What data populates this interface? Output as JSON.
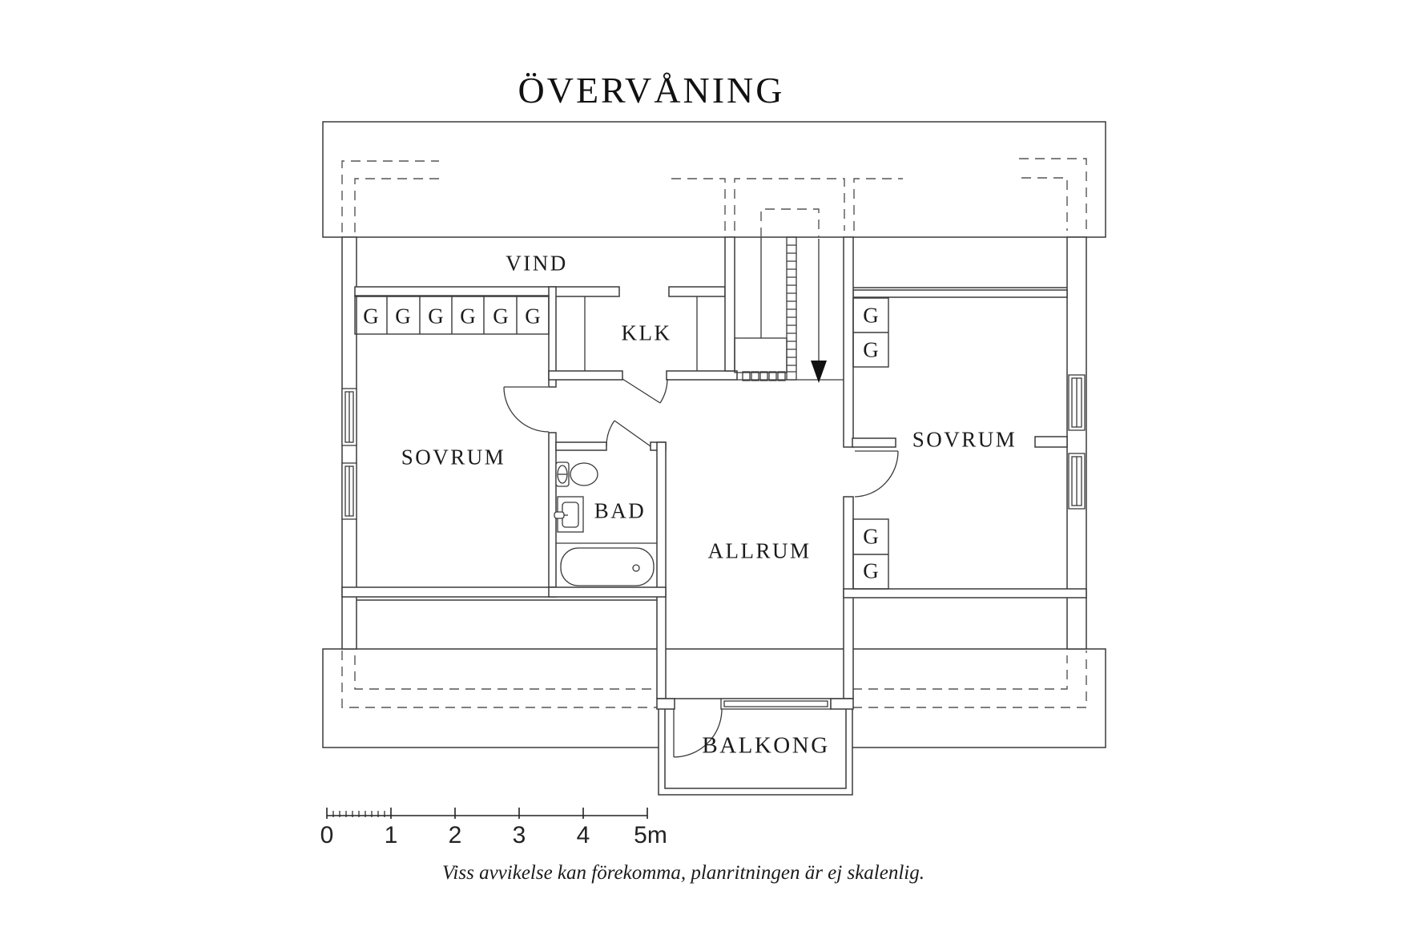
{
  "title": "ÖVERVÅNING",
  "rooms": {
    "vind": "VIND",
    "klk": "KLK",
    "sovrum_left": "SOVRUM",
    "bad": "BAD",
    "allrum": "ALLRUM",
    "sovrum_right": "SOVRUM",
    "balkong": "BALKONG"
  },
  "wardrobe": {
    "label": "G"
  },
  "scale_bar": {
    "labels": [
      "0",
      "1",
      "2",
      "3",
      "4",
      "5m"
    ]
  },
  "footer": {
    "disclaimer": "Viss avvikelse kan förekomma, planritningen är ej skalenlig."
  },
  "colors": {
    "line": "#3a3a3a",
    "dashed": "#555555",
    "text": "#1b1b1b",
    "background": "#ffffff"
  }
}
